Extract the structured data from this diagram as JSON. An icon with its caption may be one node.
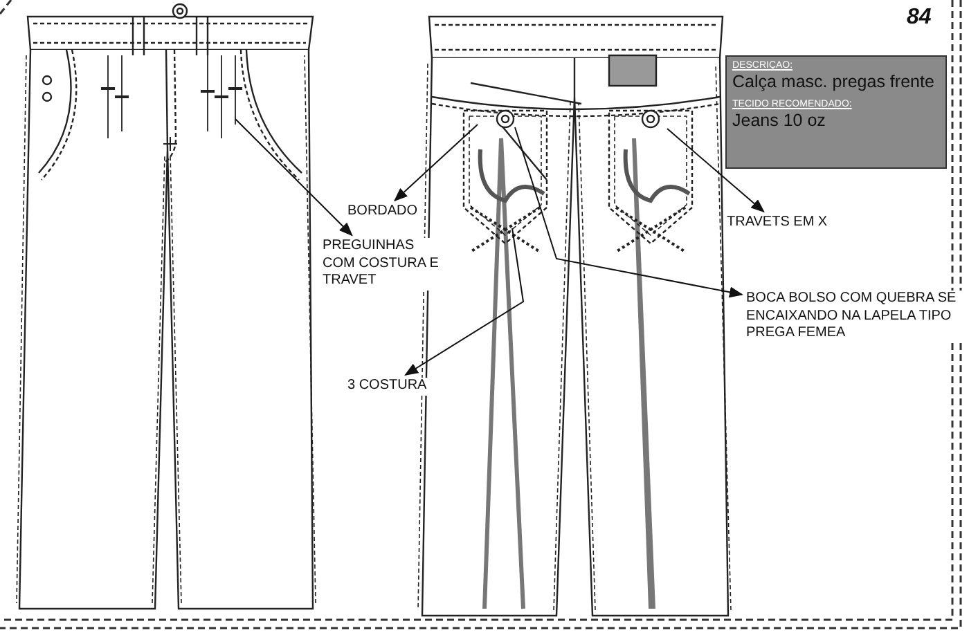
{
  "diagram": {
    "nodes": [
      {
        "text": [
          "DESCRIÇAO:",
          "Calça masc. pregas frente",
          "TECIDO RECOMENDADO:",
          "Jeans 10  oz"
        ]
      },
      {
        "text": [
          "PREGUINHAS COM COSTURA E TRAVET"
        ]
      },
      {
        "text": [
          "BORDADO"
        ]
      },
      {
        "text": [
          "3 COSTURA"
        ]
      },
      {
        "text": [
          "TRAVETS EM X"
        ]
      },
      {
        "text": [
          "BOCA BOLSO COM QUEBRA SE ENCAIXANDO NA LAPELA TIPO PREGA FEMEA"
        ]
      }
    ],
    "edges": [
      {
        "from": null,
        "to": 1,
        "arrow": "to"
      },
      {
        "from": null,
        "to": 2,
        "arrow": "to"
      },
      {
        "from": null,
        "to": 3,
        "arrow": "to"
      },
      {
        "from": null,
        "to": 4,
        "arrow": "to"
      },
      {
        "from": null,
        "to": 5,
        "arrow": "to"
      }
    ],
    "labels": [
      "84"
    ]
  }
}
